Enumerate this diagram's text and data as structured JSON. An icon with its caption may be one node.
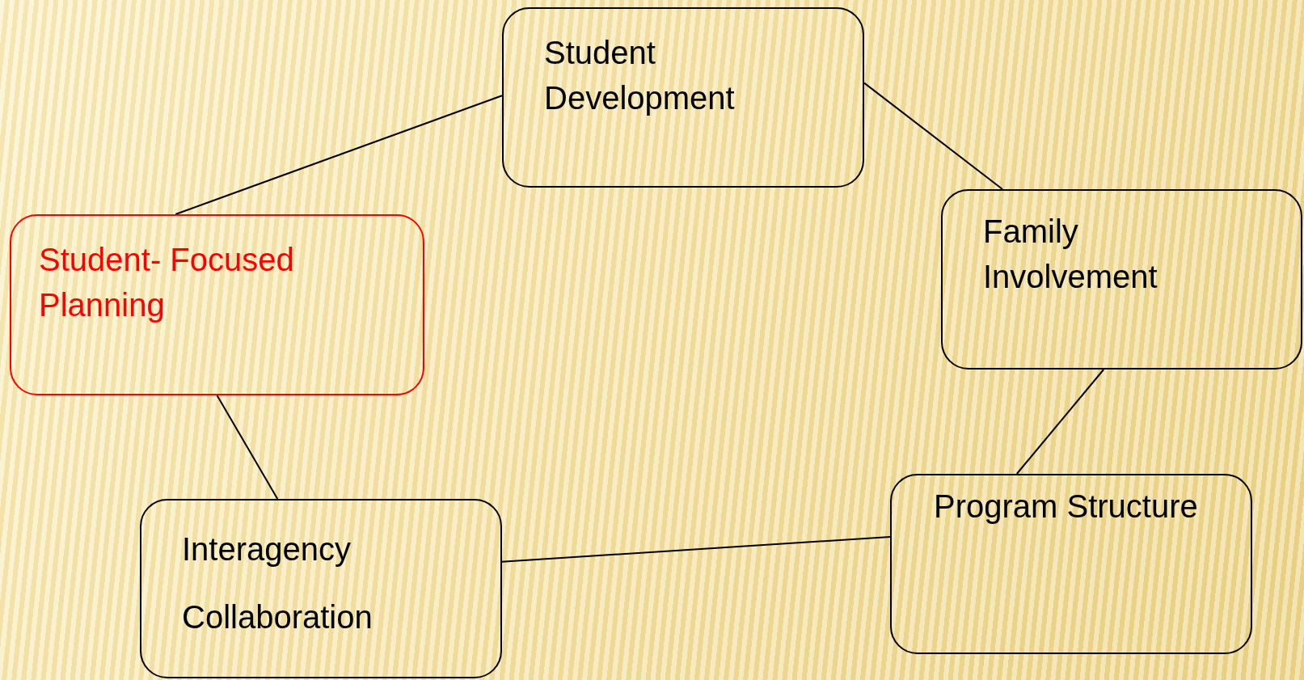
{
  "diagram": {
    "nodes": [
      {
        "text": [
          "Student Development"
        ]
      },
      {
        "text": [
          "Student- Focused Planning"
        ]
      },
      {
        "text": [
          "Family Involvement"
        ]
      },
      {
        "text": [
          "Program Structure"
        ]
      },
      {
        "text": [
          "Interagency Collaboration"
        ]
      }
    ],
    "edges": [
      {
        "from": 0,
        "to": 1,
        "arrow": "none"
      },
      {
        "from": 0,
        "to": 2,
        "arrow": "none"
      },
      {
        "from": 2,
        "to": 3,
        "arrow": "none"
      },
      {
        "from": 3,
        "to": 4,
        "arrow": "none"
      },
      {
        "from": 1,
        "to": 4,
        "arrow": "none"
      }
    ]
  }
}
